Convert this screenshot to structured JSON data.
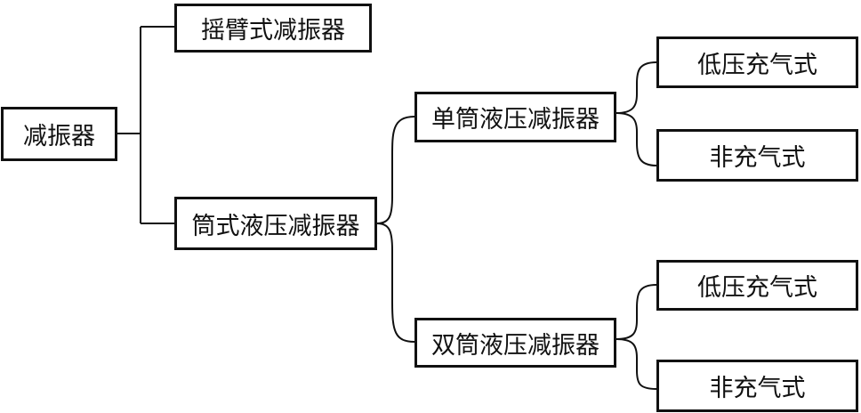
{
  "diagram": {
    "root": {
      "label": "减振器"
    },
    "level1": {
      "rocker_arm": {
        "label": "摇臂式减振器"
      },
      "tube_hydraulic": {
        "label": "筒式液压减振器"
      }
    },
    "level2": {
      "mono_tube": {
        "label": "单筒液压减振器"
      },
      "twin_tube": {
        "label": "双筒液压减振器"
      }
    },
    "level3": {
      "mono_low_pressure_gas": {
        "label": "低压充气式"
      },
      "mono_non_gas": {
        "label": "非充气式"
      },
      "twin_low_pressure_gas": {
        "label": "低压充气式"
      },
      "twin_non_gas": {
        "label": "非充气式"
      }
    }
  }
}
